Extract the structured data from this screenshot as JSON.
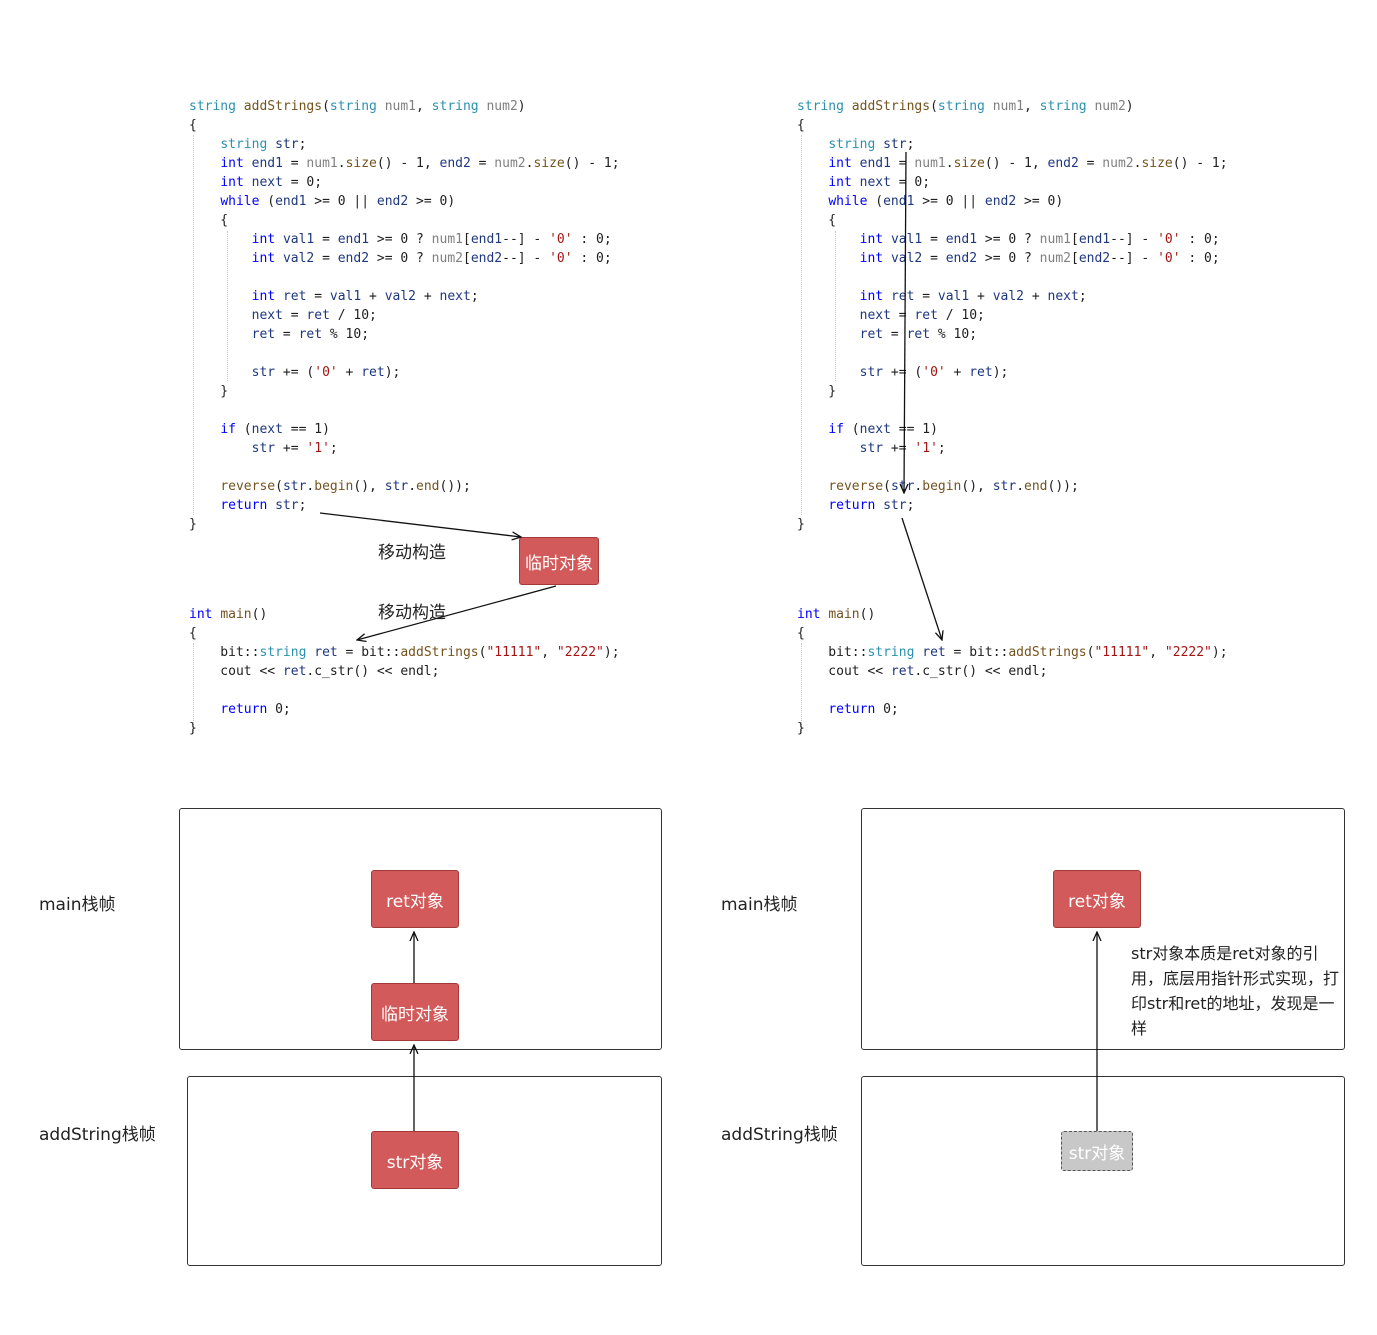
{
  "left_panel": {
    "code_lines": [
      [
        [
          "string ",
          "ty"
        ],
        [
          "addStrings",
          "fn"
        ],
        [
          "(",
          "p"
        ],
        [
          "string ",
          "ty"
        ],
        [
          "num1",
          "par"
        ],
        [
          ", ",
          "p"
        ],
        [
          "string ",
          "ty"
        ],
        [
          "num2",
          "par"
        ],
        [
          ")",
          "p"
        ]
      ],
      [
        [
          "{",
          "p"
        ]
      ],
      [
        [
          "    ",
          "p"
        ],
        [
          "string ",
          "ty"
        ],
        [
          "str",
          "var"
        ],
        [
          ";",
          "p"
        ]
      ],
      [
        [
          "    ",
          "p"
        ],
        [
          "int ",
          "kw"
        ],
        [
          "end1",
          "var"
        ],
        [
          " = ",
          "p"
        ],
        [
          "num1",
          "par"
        ],
        [
          ".",
          "p"
        ],
        [
          "size",
          "fn"
        ],
        [
          "() - 1, ",
          "p"
        ],
        [
          "end2",
          "var"
        ],
        [
          " = ",
          "p"
        ],
        [
          "num2",
          "par"
        ],
        [
          ".",
          "p"
        ],
        [
          "size",
          "fn"
        ],
        [
          "() - 1;",
          "p"
        ]
      ],
      [
        [
          "    ",
          "p"
        ],
        [
          "int ",
          "kw"
        ],
        [
          "next",
          "var"
        ],
        [
          " = 0;",
          "p"
        ]
      ],
      [
        [
          "    ",
          "p"
        ],
        [
          "while ",
          "kw"
        ],
        [
          "(",
          "p"
        ],
        [
          "end1",
          "var"
        ],
        [
          " >= 0 || ",
          "p"
        ],
        [
          "end2",
          "var"
        ],
        [
          " >= 0)",
          "p"
        ]
      ],
      [
        [
          "    {",
          "p"
        ]
      ],
      [
        [
          "        ",
          "p"
        ],
        [
          "int ",
          "kw"
        ],
        [
          "val1",
          "var"
        ],
        [
          " = ",
          "p"
        ],
        [
          "end1",
          "var"
        ],
        [
          " >= 0 ? ",
          "p"
        ],
        [
          "num1",
          "par"
        ],
        [
          "[",
          "p"
        ],
        [
          "end1",
          "var"
        ],
        [
          "--] - ",
          "p"
        ],
        [
          "'0'",
          "str"
        ],
        [
          " : 0;",
          "p"
        ]
      ],
      [
        [
          "        ",
          "p"
        ],
        [
          "int ",
          "kw"
        ],
        [
          "val2",
          "var"
        ],
        [
          " = ",
          "p"
        ],
        [
          "end2",
          "var"
        ],
        [
          " >= 0 ? ",
          "p"
        ],
        [
          "num2",
          "par"
        ],
        [
          "[",
          "p"
        ],
        [
          "end2",
          "var"
        ],
        [
          "--] - ",
          "p"
        ],
        [
          "'0'",
          "str"
        ],
        [
          " : 0;",
          "p"
        ]
      ],
      [
        [
          "",
          "p"
        ]
      ],
      [
        [
          "        ",
          "p"
        ],
        [
          "int ",
          "kw"
        ],
        [
          "ret",
          "var"
        ],
        [
          " = ",
          "p"
        ],
        [
          "val1",
          "var"
        ],
        [
          " + ",
          "p"
        ],
        [
          "val2",
          "var"
        ],
        [
          " + ",
          "p"
        ],
        [
          "next",
          "var"
        ],
        [
          ";",
          "p"
        ]
      ],
      [
        [
          "        ",
          "p"
        ],
        [
          "next",
          "var"
        ],
        [
          " = ",
          "p"
        ],
        [
          "ret",
          "var"
        ],
        [
          " / 10;",
          "p"
        ]
      ],
      [
        [
          "        ",
          "p"
        ],
        [
          "ret",
          "var"
        ],
        [
          " = ",
          "p"
        ],
        [
          "ret",
          "var"
        ],
        [
          " % 10;",
          "p"
        ]
      ],
      [
        [
          "",
          "p"
        ]
      ],
      [
        [
          "        ",
          "p"
        ],
        [
          "str",
          "var"
        ],
        [
          " += (",
          "p"
        ],
        [
          "'0'",
          "str"
        ],
        [
          " + ",
          "p"
        ],
        [
          "ret",
          "var"
        ],
        [
          ");",
          "p"
        ]
      ],
      [
        [
          "    }",
          "p"
        ]
      ],
      [
        [
          "",
          "p"
        ]
      ],
      [
        [
          "    ",
          "p"
        ],
        [
          "if ",
          "kw"
        ],
        [
          "(",
          "p"
        ],
        [
          "next",
          "var"
        ],
        [
          " == 1)",
          "p"
        ]
      ],
      [
        [
          "        ",
          "p"
        ],
        [
          "str",
          "var"
        ],
        [
          " += ",
          "p"
        ],
        [
          "'1'",
          "str"
        ],
        [
          ";",
          "p"
        ]
      ],
      [
        [
          "",
          "p"
        ]
      ],
      [
        [
          "    ",
          "p"
        ],
        [
          "reverse",
          "fn"
        ],
        [
          "(",
          "p"
        ],
        [
          "str",
          "var"
        ],
        [
          ".",
          "p"
        ],
        [
          "begin",
          "fn"
        ],
        [
          "(), ",
          "p"
        ],
        [
          "str",
          "var"
        ],
        [
          ".",
          "p"
        ],
        [
          "end",
          "fn"
        ],
        [
          "());",
          "p"
        ]
      ],
      [
        [
          "    ",
          "p"
        ],
        [
          "return ",
          "kw"
        ],
        [
          "str",
          "var"
        ],
        [
          ";",
          "p"
        ]
      ],
      [
        [
          "}",
          "p"
        ]
      ]
    ],
    "main_lines": [
      [
        [
          "int ",
          "kw"
        ],
        [
          "main",
          "fn"
        ],
        [
          "()",
          "p"
        ]
      ],
      [
        [
          "{",
          "p"
        ]
      ],
      [
        [
          "    bit::",
          "p"
        ],
        [
          "string ",
          "ty"
        ],
        [
          "ret",
          "var"
        ],
        [
          " = bit::",
          "p"
        ],
        [
          "addStrings",
          "fn"
        ],
        [
          "(",
          "p"
        ],
        [
          "\"11111\"",
          "str"
        ],
        [
          ", ",
          "p"
        ],
        [
          "\"2222\"",
          "str"
        ],
        [
          ");",
          "p"
        ]
      ],
      [
        [
          "    cout << ",
          "p"
        ],
        [
          "ret",
          "var"
        ],
        [
          ".c_str() << endl;",
          "p"
        ]
      ],
      [
        [
          "",
          "p"
        ]
      ],
      [
        [
          "    ",
          "p"
        ],
        [
          "return ",
          "kw"
        ],
        [
          "0;",
          "p"
        ]
      ],
      [
        [
          "}",
          "p"
        ]
      ]
    ],
    "temp_object_label": "临时对象",
    "move_label_1": "移动构造",
    "move_label_2": "移动构造",
    "frame_main_label": "main栈帧",
    "frame_add_label": "addString栈帧",
    "box_ret": "ret对象",
    "box_temp": "临时对象",
    "box_str": "str对象"
  },
  "right_panel": {
    "frame_main_label": "main栈帧",
    "frame_add_label": "addString栈帧",
    "box_ret": "ret对象",
    "box_str": "str对象",
    "note": "str对象本质是ret对象的引用，底层用指针形式实现，打印str和ret的地址，发现是一样"
  },
  "colors": {
    "box_fill": "#d35a5a",
    "box_border": "#a33a3a",
    "ghost_fill": "#c8c8c8",
    "keyword": "#0000ff",
    "type": "#2b91af",
    "function": "#74531f",
    "string": "#a31515",
    "variable": "#1f377f",
    "parameter": "#808080"
  }
}
